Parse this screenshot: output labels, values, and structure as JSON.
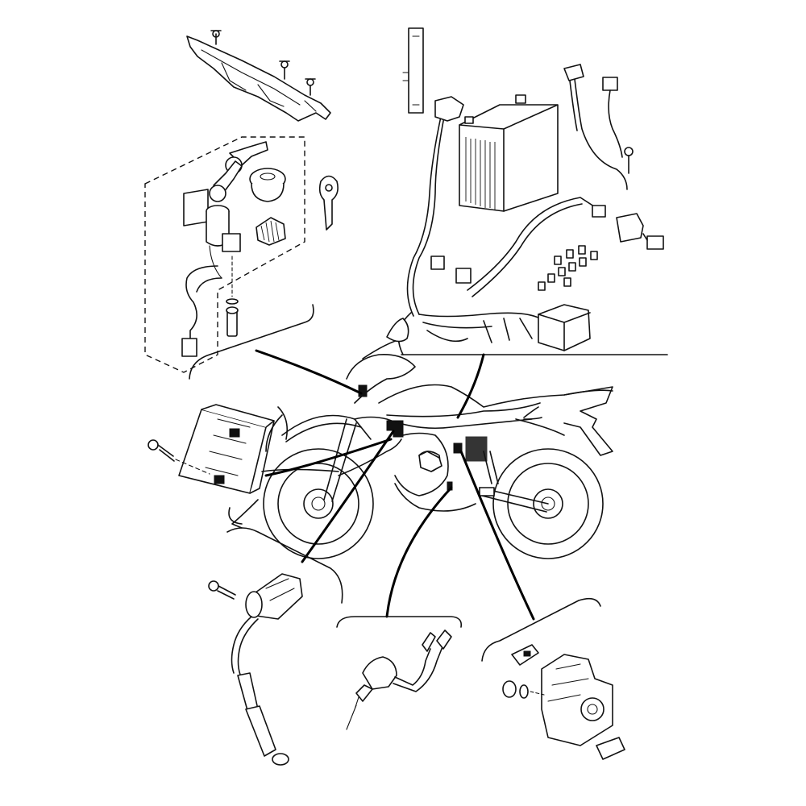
{
  "diagram": {
    "kind": "motorcycle electrical parts exploded view",
    "groups": [
      {
        "id": "headlight-bracket",
        "icon": "bracket-icon"
      },
      {
        "id": "ignition-switch-set",
        "icon": "key-lock-icon"
      },
      {
        "id": "battery-wiring",
        "icon": "battery-icon"
      },
      {
        "id": "cdi-unit",
        "icon": "ecu-icon"
      },
      {
        "id": "ignition-coil",
        "icon": "coil-icon"
      },
      {
        "id": "neutral-sensor",
        "icon": "sensor-icon"
      },
      {
        "id": "starter-relay",
        "icon": "relay-icon"
      },
      {
        "id": "motorcycle-outline",
        "icon": "motorcycle-icon"
      }
    ],
    "colors": {
      "line": "#111111",
      "background": "#ffffff"
    }
  }
}
